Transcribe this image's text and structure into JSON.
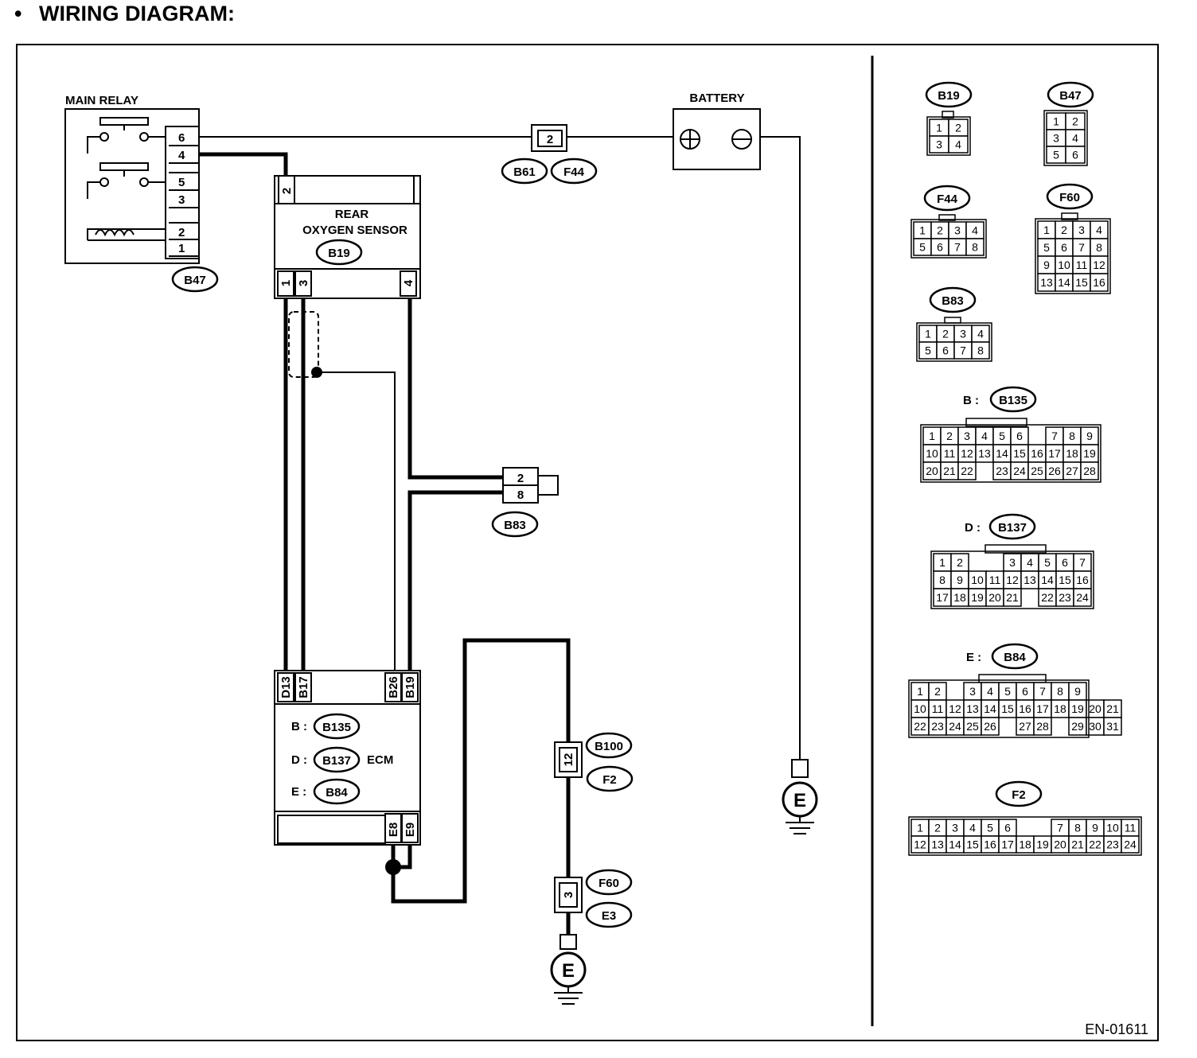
{
  "title": "WIRING DIAGRAM:",
  "title_bullet": "•",
  "figure_id": "EN-01611",
  "main_relay": {
    "label": "MAIN RELAY",
    "pins": [
      "6",
      "4",
      "5",
      "3",
      "2",
      "1"
    ],
    "connector": "B47"
  },
  "battery": {
    "label": "BATTERY",
    "plus": "⊕",
    "minus": "⊖"
  },
  "battery_connector": {
    "pin": "2",
    "tags": [
      "B61",
      "F44"
    ]
  },
  "rear_o2_sensor": {
    "label_line1": "REAR",
    "label_line2": "OXYGEN SENSOR",
    "connector": "B19",
    "top_pin": "2",
    "bottom_pins": [
      "1",
      "3",
      "4"
    ]
  },
  "b83_connector": {
    "pins": [
      "2",
      "8"
    ],
    "tag": "B83"
  },
  "ecm": {
    "label": "ECM",
    "top_pins": [
      "D13",
      "B17",
      "B26",
      "B19"
    ],
    "bottom_pins": [
      "E8",
      "E9"
    ],
    "connectors": [
      {
        "prefix": "B :",
        "name": "B135"
      },
      {
        "prefix": "D :",
        "name": "B137"
      },
      {
        "prefix": "E :",
        "name": "B84"
      }
    ]
  },
  "ground_path": {
    "connector1": {
      "pin": "12",
      "tags": [
        "B100",
        "F2"
      ]
    },
    "connector2": {
      "pin": "3",
      "tags": [
        "F60",
        "E3"
      ]
    },
    "ground_label": "E"
  },
  "battery_ground": {
    "label": "E"
  },
  "connector_views": {
    "b19": {
      "name": "B19",
      "rows": [
        [
          "1",
          "2"
        ],
        [
          "3",
          "4"
        ]
      ]
    },
    "b47": {
      "name": "B47",
      "rows": [
        [
          "1",
          "2"
        ],
        [
          "3",
          "4"
        ],
        [
          "5",
          "6"
        ]
      ]
    },
    "f44": {
      "name": "F44",
      "rows": [
        [
          "1",
          "2",
          "3",
          "4"
        ],
        [
          "5",
          "6",
          "7",
          "8"
        ]
      ]
    },
    "f60": {
      "name": "F60",
      "rows": [
        [
          "1",
          "2",
          "3",
          "4"
        ],
        [
          "5",
          "6",
          "7",
          "8"
        ],
        [
          "9",
          "10",
          "11",
          "12"
        ],
        [
          "13",
          "14",
          "15",
          "16"
        ]
      ]
    },
    "b83": {
      "name": "B83",
      "rows": [
        [
          "1",
          "2",
          "3",
          "4"
        ],
        [
          "5",
          "6",
          "7",
          "8"
        ]
      ]
    },
    "b135": {
      "prefix": "B :",
      "name": "B135",
      "rows": [
        [
          "1",
          "2",
          "3",
          "4",
          "5",
          "6",
          "",
          "7",
          "8",
          "9"
        ],
        [
          "10",
          "11",
          "12",
          "13",
          "14",
          "15",
          "16",
          "17",
          "18",
          "19"
        ],
        [
          "20",
          "21",
          "22",
          "",
          "23",
          "24",
          "25",
          "26",
          "27",
          "28"
        ]
      ]
    },
    "b137": {
      "prefix": "D :",
      "name": "B137",
      "rows": [
        [
          "1",
          "2",
          "",
          "",
          "3",
          "4",
          "5",
          "6",
          "7"
        ],
        [
          "8",
          "9",
          "10",
          "11",
          "12",
          "13",
          "14",
          "15",
          "16"
        ],
        [
          "17",
          "18",
          "19",
          "20",
          "21",
          "",
          "22",
          "23",
          "24"
        ]
      ]
    },
    "b84": {
      "prefix": "E :",
      "name": "B84",
      "rows": [
        [
          "1",
          "2",
          "",
          "3",
          "4",
          "5",
          "6",
          "7",
          "8",
          "9"
        ],
        [
          "10",
          "11",
          "12",
          "13",
          "14",
          "15",
          "16",
          "17",
          "18",
          "19",
          "20",
          "21"
        ],
        [
          "22",
          "23",
          "24",
          "25",
          "26",
          "",
          "27",
          "28",
          "",
          "29",
          "30",
          "31"
        ]
      ]
    },
    "f2": {
      "name": "F2",
      "rows": [
        [
          "1",
          "2",
          "3",
          "4",
          "5",
          "6",
          "",
          "",
          "7",
          "8",
          "9",
          "10",
          "11"
        ],
        [
          "12",
          "13",
          "14",
          "15",
          "16",
          "17",
          "18",
          "19",
          "20",
          "21",
          "22",
          "23",
          "24"
        ]
      ]
    }
  }
}
